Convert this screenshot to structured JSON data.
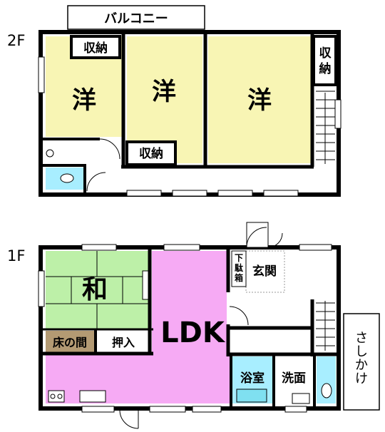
{
  "floors": [
    {
      "label": "2F"
    },
    {
      "label": "1F"
    }
  ],
  "rooms_2f": {
    "balcony": "バルコニー",
    "storage_top_left": "収納",
    "western_1": "洋",
    "western_2": "洋",
    "western_3": "洋",
    "storage_right": "収納",
    "storage_bottom": "収納"
  },
  "rooms_1f": {
    "japanese": "和",
    "tokonoma": "床の間",
    "oshiire": "押入",
    "ldk": "LDK",
    "shoe_closet": "下駄箱",
    "entrance": "玄関",
    "bath": "浴室",
    "washroom": "洗面",
    "canopy": "さしかけ"
  },
  "colors": {
    "western": "#f8f5b4",
    "japanese": "#bdf0a8",
    "ldk": "#f6aaf4",
    "wet": "#a8eeff",
    "tokonoma": "#b39a73",
    "wall": "#000000"
  }
}
